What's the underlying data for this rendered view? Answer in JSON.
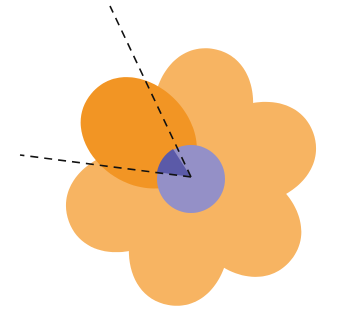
{
  "diagram": {
    "subject": "flower-angle-illustration",
    "petal_count": 6,
    "highlighted_petal_count": 1,
    "colors": {
      "petal": "#F7B462",
      "petal_highlight": "#F29524",
      "center": "#9490C7",
      "angle_wedge": "#5B5AA8",
      "guide_line": "#111111"
    },
    "guide_lines": {
      "style": "dashed",
      "count": 2
    }
  }
}
